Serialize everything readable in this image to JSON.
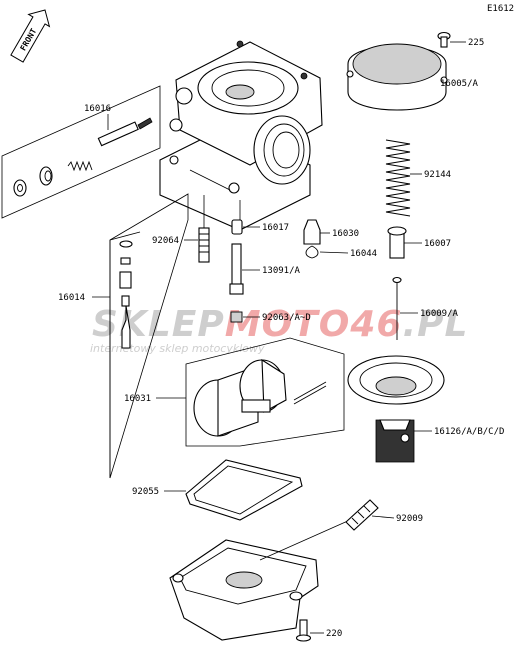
{
  "diagram": {
    "code": "E1612",
    "front_label": "FRONT",
    "parts": {
      "p16016": "16016",
      "p16014": "16014",
      "p92064": "92064",
      "p16017": "16017",
      "p16030": "16030",
      "p16044": "16044",
      "p13091": "13091/A",
      "p92063": "92063/A~D",
      "p16031": "16031",
      "p92055": "92055",
      "p225": "225",
      "p16005": "16005/A",
      "p92144": "92144",
      "p16007": "16007",
      "p16009": "16009/A",
      "p16126": "16126/A/B/C/D",
      "p92009": "92009",
      "p220": "220"
    }
  },
  "watermark": {
    "brand_part1": "SKLEP",
    "brand_part2": "MOTO",
    "brand_part3": "46",
    "brand_part4": ".PL",
    "tagline": "internetowy sklep motocyklowy",
    "color_grey": "#c9c9c9",
    "color_red": "#f0a0a0"
  }
}
